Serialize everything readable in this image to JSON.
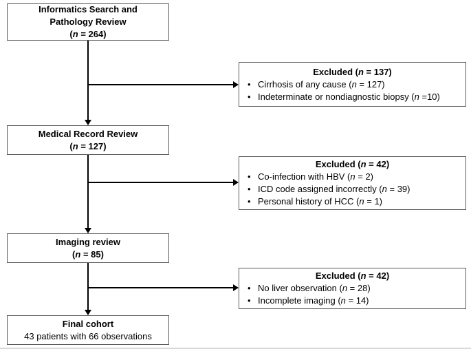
{
  "colors": {
    "background": "#ffffff",
    "box_fill": "#ffffff",
    "box_border": "#595959",
    "line": "#000000",
    "text": "#000000"
  },
  "bullet_char": "•",
  "steps": [
    {
      "title": "Informatics Search and\nPathology Review",
      "count_runs": [
        {
          "text": "(",
          "italic": false
        },
        {
          "text": "n",
          "italic": true
        },
        {
          "text": " = 264)",
          "italic": false
        }
      ]
    },
    {
      "title": "Medical Record Review",
      "count_runs": [
        {
          "text": "(",
          "italic": false
        },
        {
          "text": "n",
          "italic": true
        },
        {
          "text": " = 127)",
          "italic": false
        }
      ]
    },
    {
      "title": "Imaging review",
      "count_runs": [
        {
          "text": "(",
          "italic": false
        },
        {
          "text": "n",
          "italic": true
        },
        {
          "text": " = 85)",
          "italic": false
        }
      ]
    },
    {
      "title": "Final cohort",
      "subtitle": "43 patients with 66 observations"
    }
  ],
  "exclusions": [
    {
      "title_runs": [
        {
          "text": "Excluded (",
          "italic": false
        },
        {
          "text": "n",
          "italic": true
        },
        {
          "text": " = 137)",
          "italic": false
        }
      ],
      "items": [
        [
          {
            "text": "Cirrhosis of any cause (",
            "italic": false
          },
          {
            "text": "n",
            "italic": true
          },
          {
            "text": " = 127)",
            "italic": false
          }
        ],
        [
          {
            "text": "Indeterminate or nondiagnostic biopsy (",
            "italic": false
          },
          {
            "text": "n",
            "italic": true
          },
          {
            "text": " =10)",
            "italic": false
          }
        ]
      ]
    },
    {
      "title_runs": [
        {
          "text": "Excluded (",
          "italic": false
        },
        {
          "text": "n",
          "italic": true
        },
        {
          "text": " = 42)",
          "italic": false
        }
      ],
      "items": [
        [
          {
            "text": "Co-infection with HBV (",
            "italic": false
          },
          {
            "text": "n",
            "italic": true
          },
          {
            "text": " = 2)",
            "italic": false
          }
        ],
        [
          {
            "text": "ICD code assigned incorrectly (",
            "italic": false
          },
          {
            "text": "n",
            "italic": true
          },
          {
            "text": " = 39)",
            "italic": false
          }
        ],
        [
          {
            "text": "Personal history of HCC (",
            "italic": false
          },
          {
            "text": "n",
            "italic": true
          },
          {
            "text": " = 1)",
            "italic": false
          }
        ]
      ]
    },
    {
      "title_runs": [
        {
          "text": "Excluded (",
          "italic": false
        },
        {
          "text": "n",
          "italic": true
        },
        {
          "text": " = 42)",
          "italic": false
        }
      ],
      "items": [
        [
          {
            "text": "No liver observation (",
            "italic": false
          },
          {
            "text": "n",
            "italic": true
          },
          {
            "text": " = 28)",
            "italic": false
          }
        ],
        [
          {
            "text": "Incomplete imaging (",
            "italic": false
          },
          {
            "text": "n",
            "italic": true
          },
          {
            "text": " = 14)",
            "italic": false
          }
        ]
      ]
    }
  ]
}
